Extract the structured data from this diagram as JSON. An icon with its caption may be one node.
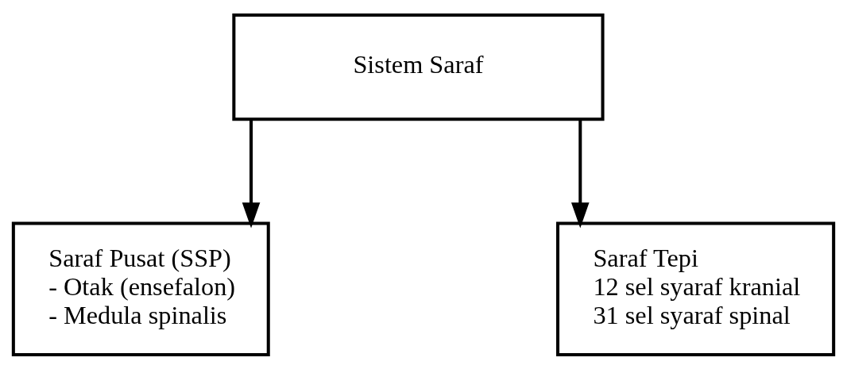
{
  "diagram": {
    "nodes": [
      {
        "text": [
          "Sistem Saraf"
        ]
      },
      {
        "text": [
          "Saraf Pusat (SSP)",
          "- Otak (ensefalon)",
          "- Medula spinalis"
        ]
      },
      {
        "text": [
          "Saraf Tepi",
          "12 sel syaraf kranial",
          "31 sel syaraf spinal"
        ]
      }
    ],
    "edges": [
      {
        "from": 0,
        "to": 1,
        "arrow": "to"
      },
      {
        "from": 0,
        "to": 2,
        "arrow": "to"
      }
    ]
  }
}
